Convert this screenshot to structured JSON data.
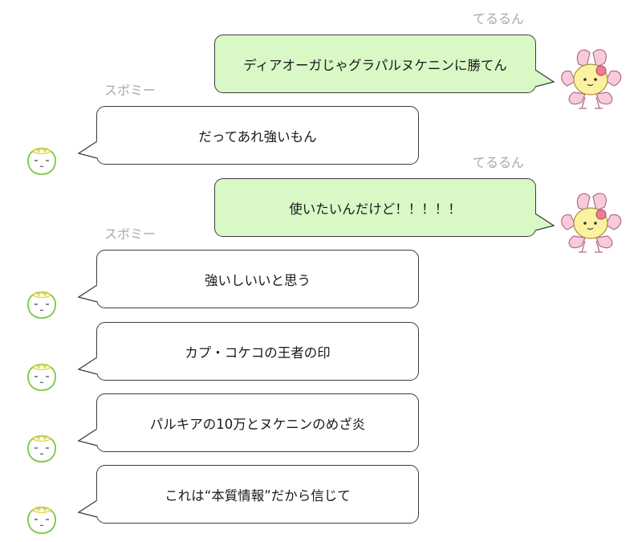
{
  "colors": {
    "speaker_name": "#a8a8a8",
    "bubble_border": "#3c3c3c",
    "bubble_left_bg": "#ffffff",
    "bubble_right_bg": "#d9f8c6",
    "petal": "#f9cadc",
    "petal_outline": "#b06d86",
    "face": "#fbf2a0",
    "cheek_ball": "#f07c92",
    "leaf_outline": "#7ac943"
  },
  "avatars": {
    "teruru": "flower-character-icon",
    "subomi": "bud-character-icon"
  },
  "messages": [
    {
      "side": "right",
      "speaker": "てるるん",
      "text": "ディアオーガじゃグラパルヌケニンに勝てん",
      "avatar": "flower-character-icon"
    },
    {
      "side": "left",
      "speaker": "スボミー",
      "text": "だってあれ強いもん",
      "avatar": "bud-character-icon"
    },
    {
      "side": "right",
      "speaker": "てるるん",
      "text": "使いたいんだけど！！！！！",
      "avatar": "flower-character-icon"
    },
    {
      "side": "left",
      "speaker": "スボミー",
      "text": "強いしいいと思う",
      "avatar": "bud-character-icon"
    },
    {
      "side": "left",
      "speaker": "",
      "text": "カプ・コケコの王者の印",
      "avatar": "bud-character-icon"
    },
    {
      "side": "left",
      "speaker": "",
      "text": "パルキアの10万とヌケニンのめざ炎",
      "avatar": "bud-character-icon"
    },
    {
      "side": "left",
      "speaker": "",
      "text": "これは“本質情報”だから信じて",
      "avatar": "bud-character-icon"
    }
  ]
}
